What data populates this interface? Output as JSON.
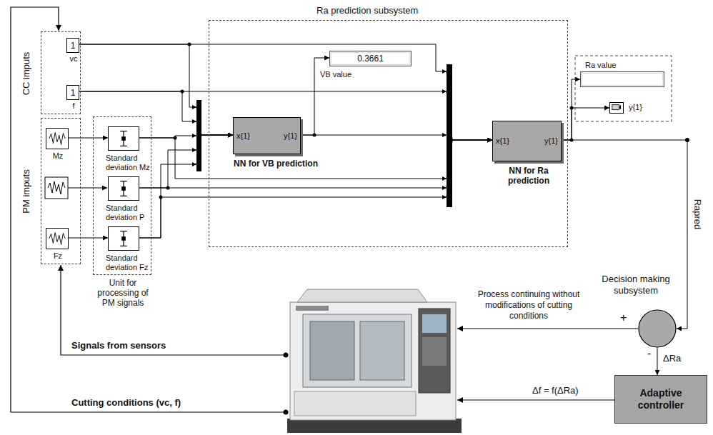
{
  "diagram": {
    "nodes": [
      {
        "text": [
          "CC imputs"
        ]
      },
      {
        "text": [
          "1",
          "vc"
        ],
        "in": 0
      },
      {
        "text": [
          "1",
          "f"
        ],
        "in": 0
      },
      {
        "text": [
          "PM imputs"
        ]
      },
      {
        "text": [
          "Mz"
        ],
        "in": 3
      },
      {
        "text": [
          "Fz"
        ],
        "in": 3
      },
      {
        "text": [
          "Unit for processing of PM signals"
        ]
      },
      {
        "text": [
          "Standard deviation Mz"
        ],
        "in": 6
      },
      {
        "text": [
          "Standard deviation P"
        ],
        "in": 6
      },
      {
        "text": [
          "Standard deviation Fz"
        ],
        "in": 6
      },
      {
        "text": [
          "Ra prediction subsystem"
        ]
      },
      {
        "text": [
          "x{1}",
          "y{1}",
          "NN for VB prediction"
        ],
        "in": 10
      },
      {
        "text": [
          "0.3661",
          "VB value"
        ],
        "in": 10
      },
      {
        "text": [
          "x{1}",
          "y{1}",
          "NN for Ra prediction"
        ],
        "in": 10
      },
      {
        "text": [
          "Ra value"
        ]
      },
      {
        "text": [
          "y{1}"
        ]
      },
      {
        "text": [
          "Decision making subsystem"
        ]
      },
      {
        "text": [
          "Adaptive controller"
        ]
      }
    ],
    "edges": [
      {
        "from": 4,
        "to": 7,
        "arrow": "to"
      },
      {
        "from": 5,
        "to": 9,
        "arrow": "to"
      },
      {
        "from": 1,
        "to": 11,
        "arrow": "to"
      },
      {
        "from": 2,
        "to": 11,
        "arrow": "to"
      },
      {
        "from": 7,
        "to": 11,
        "arrow": "to"
      },
      {
        "from": 8,
        "to": 11,
        "arrow": "to"
      },
      {
        "from": 9,
        "to": 11,
        "arrow": "to"
      },
      {
        "from": 11,
        "to": 12,
        "arrow": "to"
      },
      {
        "from": 1,
        "to": 13,
        "arrow": "to"
      },
      {
        "from": 2,
        "to": 13,
        "arrow": "to"
      },
      {
        "from": 11,
        "to": 13,
        "arrow": "to"
      },
      {
        "from": 7,
        "to": 13,
        "arrow": "to"
      },
      {
        "from": 8,
        "to": 13,
        "arrow": "to"
      },
      {
        "from": 9,
        "to": 13,
        "arrow": "to"
      },
      {
        "from": 13,
        "to": 14,
        "arrow": "to"
      },
      {
        "from": 13,
        "to": 15,
        "arrow": "to"
      },
      {
        "from": 13,
        "to": 16,
        "label": "Rapred",
        "arrow": "to"
      },
      {
        "from": 16,
        "to": 17,
        "label": "ΔRa",
        "arrow": "to"
      }
    ],
    "labels": [
      "+",
      "-",
      "Process continuing without modifications of cutting conditions",
      "Δf = f(ΔRa)",
      "Signals from sensors",
      "Cutting conditions (vc, f)"
    ]
  }
}
